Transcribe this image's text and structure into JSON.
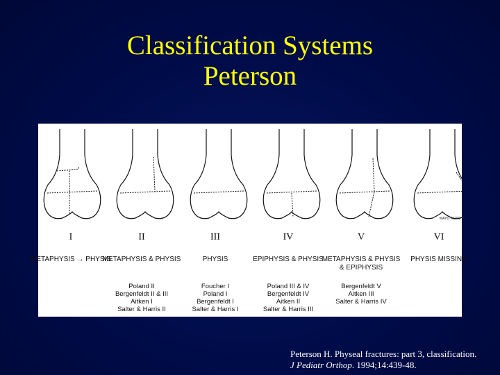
{
  "slide": {
    "title_line1": "Classification Systems",
    "title_line2": "Peterson",
    "title_color": "#ffff00",
    "background_color": "#000c4a"
  },
  "figure": {
    "watermark": "MAYO ©1993",
    "types": [
      {
        "numeral": "I",
        "region": "METAPHYSIS → PHYSIS",
        "synonyms": []
      },
      {
        "numeral": "II",
        "region": "METAPHYSIS & PHYSIS",
        "synonyms": [
          "Poland II",
          "Bergenfeldt II & III",
          "Aitken I",
          "Salter & Harris II"
        ]
      },
      {
        "numeral": "III",
        "region": "PHYSIS",
        "synonyms": [
          "Foucher I",
          "Poland I",
          "Bergenfeldt I",
          "Salter & Harris I"
        ]
      },
      {
        "numeral": "IV",
        "region": "EPIPHYSIS & PHYSIS",
        "synonyms": [
          "Poland III & IV",
          "Bergenfeldt IV",
          "Aitken II",
          "Salter & Harris III"
        ]
      },
      {
        "numeral": "V",
        "region": "METAPHYSIS & PHYSIS & EPIPHYSIS",
        "synonyms": [
          "Bergenfeldt V",
          "Aitken III",
          "Salter & Harris IV"
        ]
      },
      {
        "numeral": "VI",
        "region": "PHYSIS MISSING",
        "synonyms": []
      }
    ]
  },
  "citation": {
    "line1": "Peterson H. Physeal fractures: part 3, classification.",
    "journal": "J Pediatr Orthop",
    "details": ". 1994;14:439-48."
  }
}
